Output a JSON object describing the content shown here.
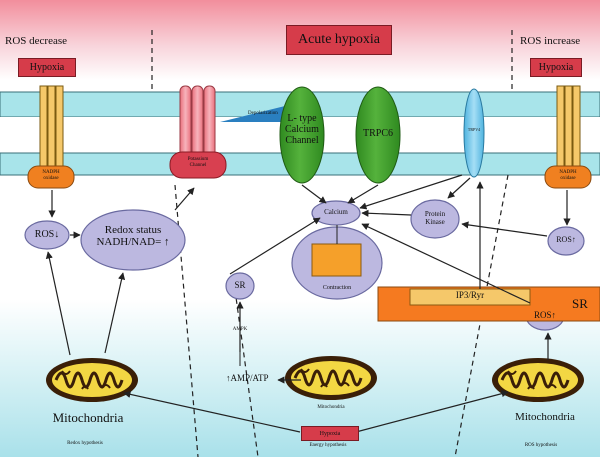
{
  "top": {
    "title": "Acute hypoxia",
    "ros_decrease": "ROS decrease",
    "ros_increase": "ROS increase",
    "hypoxia_left": "Hypoxia",
    "hypoxia_right": "Hypoxia"
  },
  "membrane": {
    "nadph_left": "NADPH oxidase",
    "nadph_right": "NADPH oxidase",
    "potassium": "Potassium Channel",
    "depolarization": "Depolarization",
    "l_type": "L- type Calcium Channel",
    "trpc6": "TRPC6",
    "trpv4": "TRPV4"
  },
  "cell": {
    "ros_down": "ROS↓",
    "redox": "Redox status NADH/NAD= ↑",
    "calcium": "Calcium",
    "protein_kinase": "Protein Kinase",
    "ros_up_right": "ROS↑",
    "contraction": "Contraction",
    "sr_left": "SR",
    "ip3": "IP3/Ryr",
    "sr_right": "SR",
    "ros_up_sr": "ROS↑",
    "ampk": "AMPK",
    "amp_atp": "↑AMP/ATP",
    "mitochondria_center": "Mitochondria",
    "mitochondria_left": "Mitochondria",
    "mitochondria_right": "Mitochondria",
    "hypoxia_bottom": "Hypoxia"
  },
  "footer": {
    "redox_hypothesis": "Redox hypothesis",
    "energy_hypothesis": "Energy hypothesis",
    "ros_hypothesis": "ROS hypothesis"
  },
  "colors": {
    "membrane": "#a8e4ea",
    "receptor_orange": "#f08020",
    "receptor_yellow": "#f5c86a",
    "potassium": "#f28a95",
    "green": "#3e9c2c",
    "trpv4": "#6ec6ec",
    "lavender": "#bcb8e0",
    "sr": "#f57a20",
    "hypoxia_red": "#d63c4a"
  }
}
